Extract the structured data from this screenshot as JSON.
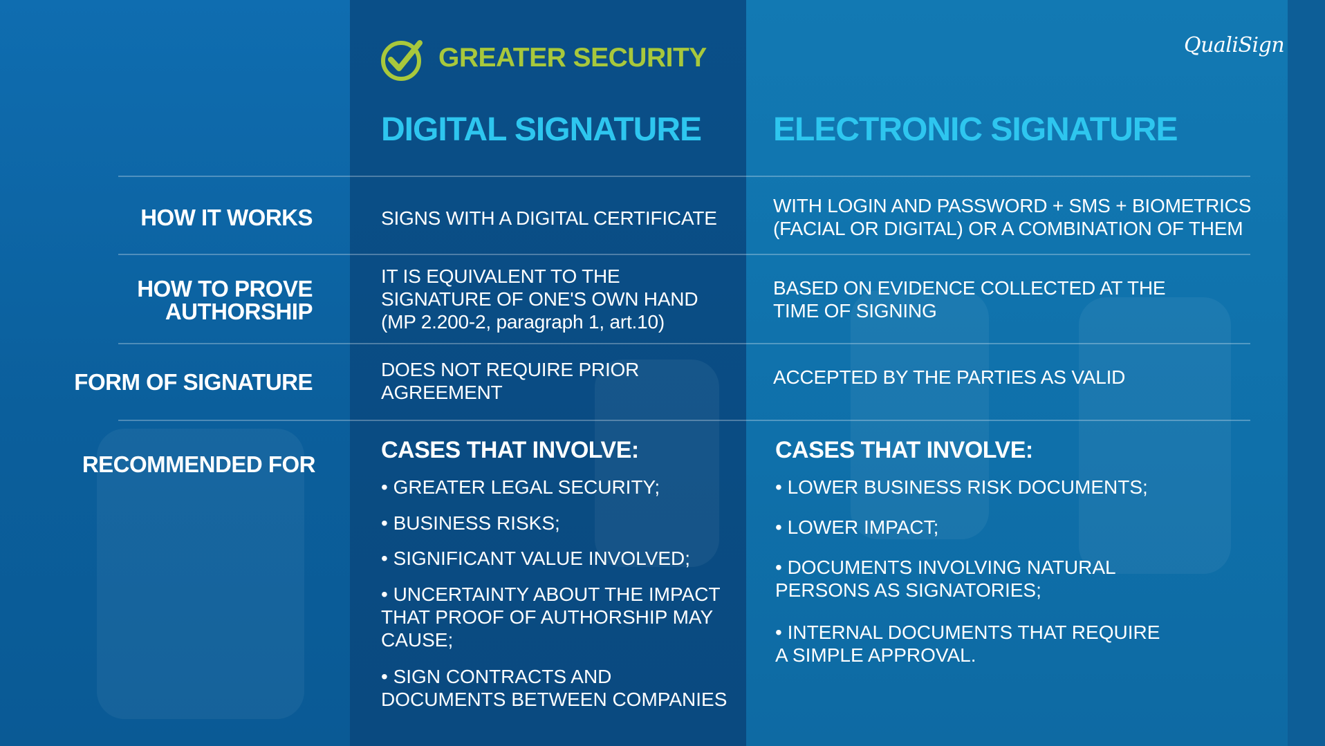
{
  "header": {
    "badge_text": "GREATER SECURITY",
    "brand": "QualiSign"
  },
  "columns": {
    "digital": "DIGITAL SIGNATURE",
    "electronic": "ELECTRONIC SIGNATURE"
  },
  "rows": {
    "how_it_works": {
      "label": "HOW IT WORKS",
      "digital": "SIGNS WITH A DIGITAL CERTIFICATE",
      "electronic_lines": [
        "WITH LOGIN AND PASSWORD + SMS + BIOMETRICS",
        "(FACIAL OR DIGITAL) OR A COMBINATION OF THEM"
      ]
    },
    "prove_authorship": {
      "label_lines": [
        "HOW TO PROVE",
        "AUTHORSHIP"
      ],
      "digital_lines": [
        "IT IS EQUIVALENT TO THE",
        "SIGNATURE OF ONE'S OWN HAND",
        "(MP 2.200-2, paragraph 1, art.10)"
      ],
      "electronic_lines": [
        "BASED ON EVIDENCE COLLECTED AT THE",
        "TIME OF SIGNING"
      ]
    },
    "form_of_signature": {
      "label": "FORM OF SIGNATURE",
      "digital_lines": [
        "DOES NOT REQUIRE PRIOR",
        "AGREEMENT"
      ],
      "electronic": "ACCEPTED BY THE PARTIES AS VALID"
    },
    "recommended_for": {
      "label": "RECOMMENDED FOR",
      "digital_head": "CASES THAT INVOLVE:",
      "digital_items": [
        [
          "• GREATER LEGAL SECURITY;"
        ],
        [
          "• BUSINESS RISKS;"
        ],
        [
          "• SIGNIFICANT VALUE INVOLVED;"
        ],
        [
          "• UNCERTAINTY ABOUT THE IMPACT",
          "THAT PROOF OF AUTHORSHIP MAY",
          "CAUSE;"
        ],
        [
          "• SIGN CONTRACTS AND",
          "DOCUMENTS BETWEEN COMPANIES"
        ]
      ],
      "electronic_head": "CASES THAT INVOLVE:",
      "electronic_items": [
        [
          "• LOWER BUSINESS RISK DOCUMENTS;"
        ],
        [
          "• LOWER IMPACT;"
        ],
        [
          "• DOCUMENTS INVOLVING NATURAL",
          "PERSONS AS SIGNATORIES;"
        ],
        [
          "• INTERNAL DOCUMENTS THAT REQUIRE",
          "A SIMPLE APPROVAL."
        ]
      ]
    }
  },
  "colors": {
    "accent_green": "#a8c83c",
    "title_cyan": "#2ec6ef"
  },
  "icons": {
    "badge": "check-circle-icon"
  }
}
